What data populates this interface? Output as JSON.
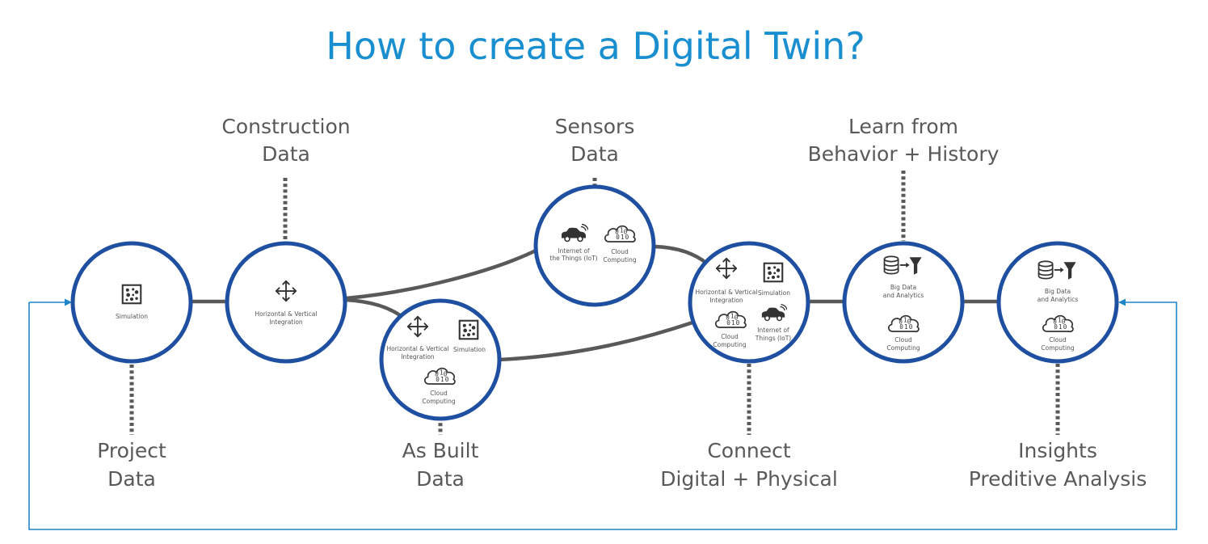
{
  "title": "How to create a Digital Twin?",
  "accent_color": "#1a8fd0",
  "node_color": "#1f4fa0",
  "nodes": {
    "project": {
      "label_lines": [
        "Project",
        "Data"
      ],
      "caps": [
        "Simulation"
      ],
      "icons": [
        "simulation-icon"
      ]
    },
    "construction": {
      "label_lines": [
        "Construction",
        "Data"
      ],
      "caps": [
        "Horizontal & Vertical",
        "Integration"
      ],
      "icons": [
        "move-arrows-icon"
      ]
    },
    "as_built": {
      "label_lines": [
        "As Built",
        "Data"
      ],
      "caps": [
        "Horizontal & Vertical",
        "Integration",
        "Simulation",
        "Cloud",
        "Computing"
      ],
      "icons": [
        "move-arrows-icon",
        "simulation-icon",
        "cloud-computing-icon"
      ]
    },
    "sensors": {
      "label_lines": [
        "Sensors",
        "Data"
      ],
      "caps": [
        "Internet of",
        "the Things (IoT)",
        "Cloud",
        "Computing"
      ],
      "icons": [
        "iot-car-icon",
        "cloud-computing-icon"
      ]
    },
    "connect": {
      "label_lines": [
        "Connect",
        "Digital + Physical"
      ],
      "caps": [
        "Horizontal & Vertical",
        "Integration",
        "Simulation",
        "Cloud",
        "Computing",
        "Internet of",
        "Things (IoT)"
      ],
      "icons": [
        "move-arrows-icon",
        "simulation-icon",
        "cloud-computing-icon",
        "iot-car-icon"
      ]
    },
    "learn": {
      "label_lines": [
        "Learn from",
        "Behavior + History"
      ],
      "caps": [
        "Big Data",
        "and Analytics",
        "Cloud",
        "Computing"
      ],
      "icons": [
        "big-data-icon",
        "cloud-computing-icon"
      ]
    },
    "insights": {
      "label_lines": [
        "Insights",
        "Preditive Analysis"
      ],
      "caps": [
        "Big Data",
        "and Analytics",
        "Cloud",
        "Computing"
      ],
      "icons": [
        "big-data-icon",
        "cloud-computing-icon"
      ]
    }
  }
}
